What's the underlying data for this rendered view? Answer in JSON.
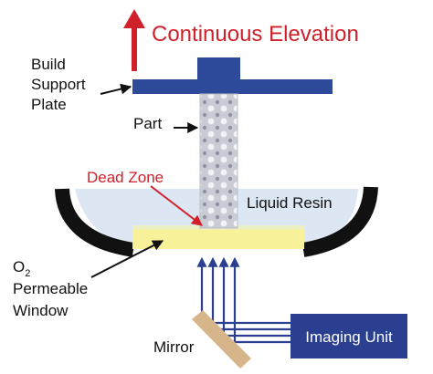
{
  "diagram": {
    "title": "Continuous Elevation",
    "labels": {
      "build_support_plate_1": "Build",
      "build_support_plate_2": "Support",
      "build_support_plate_3": "Plate",
      "part": "Part",
      "dead_zone": "Dead Zone",
      "liquid_resin": "Liquid Resin",
      "o2_window_line1_main": "O",
      "o2_window_line1_sub": "2",
      "o2_window_line2": "Permeable",
      "o2_window_line3": "Window",
      "mirror": "Mirror",
      "imaging_unit": "Imaging Unit"
    },
    "colors": {
      "accent_red": "#d0202a",
      "plate_blue": "#2e4a9a",
      "resin_fill": "#dde6f3",
      "window_yellow": "#f7f19a",
      "mirror_tan": "#d6b58a",
      "beam_blue": "#2a3f8f",
      "imaging_blue": "#2a3f8f"
    }
  }
}
